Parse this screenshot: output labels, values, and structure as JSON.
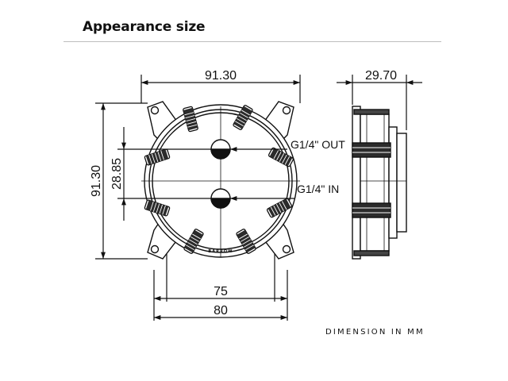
{
  "header": {
    "title": "Appearance size"
  },
  "dimensions": {
    "top_width": "91.30",
    "side_depth": "29.70",
    "left_height": "91.30",
    "port_spacing": "28.85",
    "bottom_inner": "75",
    "bottom_outer": "80"
  },
  "ports": {
    "out_label": "G1/4\" OUT",
    "in_label": "G1/4\" IN"
  },
  "brand_mark": "BARROW",
  "footer": {
    "units_note": "DIMENSION IN MM"
  },
  "colors": {
    "line": "#111111",
    "rule": "#bdbdbd",
    "background": "#ffffff"
  }
}
